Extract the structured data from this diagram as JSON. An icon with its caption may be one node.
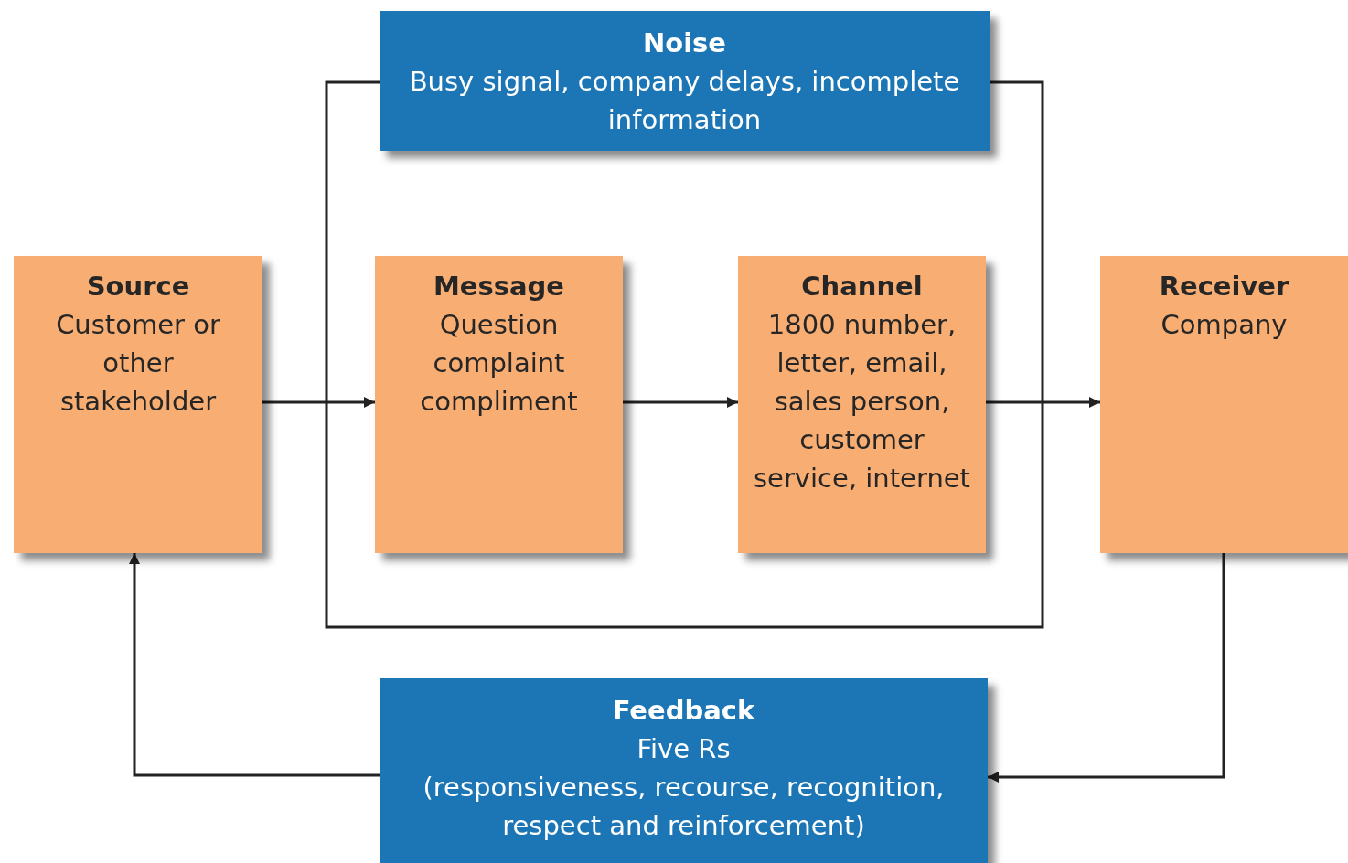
{
  "diagram": {
    "nodes": [
      {
        "text": [
          "Noise",
          "Busy signal, company delays, incomplete information"
        ]
      },
      {
        "text": [
          "Source",
          "Customer or other stakeholder"
        ]
      },
      {
        "text": [
          "Message",
          "Question complaint compliment"
        ]
      },
      {
        "text": [
          "Channel",
          "1800 number, letter, email, sales person, customer service, internet"
        ]
      },
      {
        "text": [
          "Receiver",
          "Company"
        ]
      },
      {
        "text": [
          "Feedback",
          "Five Rs",
          "(responsiveness, recourse, recognition, respect and reinforcement)"
        ]
      }
    ],
    "edges": [
      {
        "from": 1,
        "to": 2,
        "arrow": "to"
      },
      {
        "from": 2,
        "to": 3,
        "arrow": "to"
      },
      {
        "from": 3,
        "to": 4,
        "arrow": "to"
      },
      {
        "from": 4,
        "to": 5,
        "arrow": "to"
      },
      {
        "from": 5,
        "to": 1,
        "arrow": "to"
      }
    ]
  }
}
